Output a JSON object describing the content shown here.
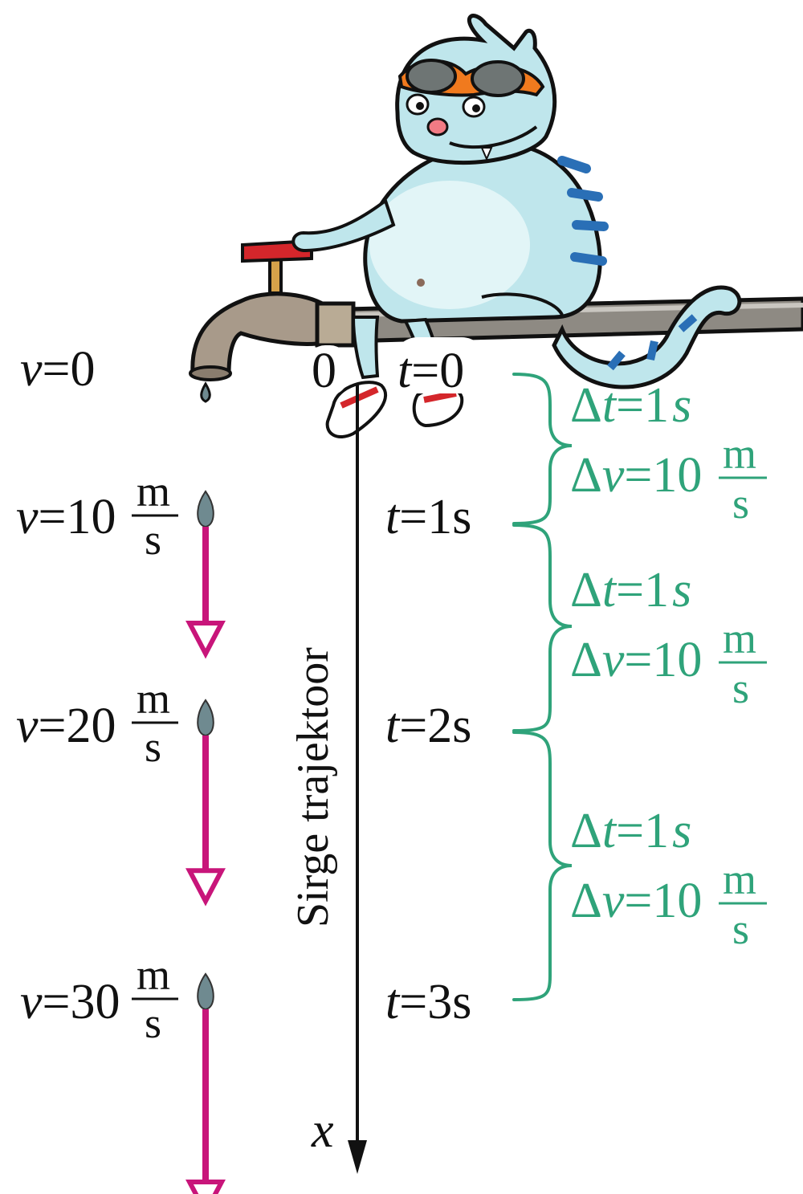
{
  "origin_label": "0",
  "axis_label": "x",
  "trajectory_label": "Sirge trajektoor",
  "velocity_states": [
    {
      "v_text": "v=0",
      "v_symbol": "v",
      "v_value": "=0",
      "unit_num": "",
      "unit_den": "",
      "has_arrow": false,
      "arrow_fraction": 0
    },
    {
      "v_symbol": "v",
      "v_value": "=10",
      "unit_num": "m",
      "unit_den": "s",
      "has_arrow": true,
      "arrow_fraction": 0.33
    },
    {
      "v_symbol": "v",
      "v_value": "=20",
      "unit_num": "m",
      "unit_den": "s",
      "has_arrow": true,
      "arrow_fraction": 0.67
    },
    {
      "v_symbol": "v",
      "v_value": "=30",
      "unit_num": "m",
      "unit_den": "s",
      "has_arrow": true,
      "arrow_fraction": 1.0
    }
  ],
  "time_labels": [
    {
      "t_symbol": "t",
      "t_value": "=0"
    },
    {
      "t_symbol": "t",
      "t_value": "=1s"
    },
    {
      "t_symbol": "t",
      "t_value": "=2s"
    },
    {
      "t_symbol": "t",
      "t_value": "=3s"
    }
  ],
  "intervals": [
    {
      "dt_delta": "Δ",
      "dt_symbol": "t",
      "dt_value": "=1",
      "dt_unit": "s",
      "dv_delta": "Δ",
      "dv_symbol": "v",
      "dv_value": "=10",
      "dv_num": "m",
      "dv_den": "s"
    },
    {
      "dt_delta": "Δ",
      "dt_symbol": "t",
      "dt_value": "=1",
      "dt_unit": "s",
      "dv_delta": "Δ",
      "dv_symbol": "v",
      "dv_value": "=10",
      "dv_num": "m",
      "dv_den": "s"
    },
    {
      "dt_delta": "Δ",
      "dt_symbol": "t",
      "dt_value": "=1",
      "dt_unit": "s",
      "dv_delta": "Δ",
      "dv_symbol": "v",
      "dv_value": "=10",
      "dv_num": "m",
      "dv_den": "s"
    }
  ],
  "colors": {
    "velocity_arrow": "#c8157a",
    "interval_text": "#2fa37a",
    "pipe": "#8e8a83",
    "cat_body": "#bfe6ec",
    "cat_stripes": "#2a6fb6",
    "goggles": "#f07a1e",
    "tap_handle": "#d4262b",
    "drop": "#6f8a90"
  },
  "icons": [
    "cat-illustration-icon",
    "water-tap-icon",
    "water-drop-icon",
    "velocity-arrow-icon"
  ]
}
